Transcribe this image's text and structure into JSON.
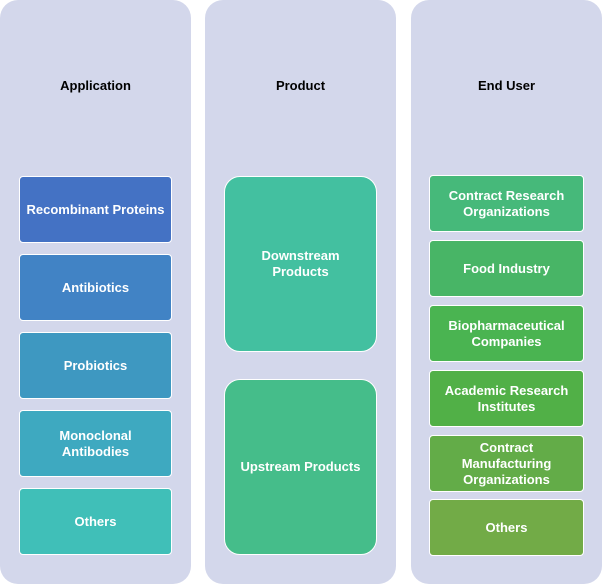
{
  "columns": {
    "application": {
      "title": "Application",
      "items": [
        {
          "label": "Recombinant Proteins",
          "color": "#4472c4"
        },
        {
          "label": "Antibiotics",
          "color": "#4183c5"
        },
        {
          "label": "Probiotics",
          "color": "#3e98c1"
        },
        {
          "label": "Monoclonal Antibodies",
          "color": "#3ea9c0"
        },
        {
          "label": "Others",
          "color": "#40bfb8"
        }
      ]
    },
    "product": {
      "title": "Product",
      "items": [
        {
          "label": "Downstream Products",
          "color": "#43c0a0"
        },
        {
          "label": "Upstream Products",
          "color": "#45bd8a"
        }
      ]
    },
    "end_user": {
      "title": "End User",
      "items": [
        {
          "label": "Contract Research Organizations",
          "color": "#46b97a"
        },
        {
          "label": "Food Industry",
          "color": "#48b566"
        },
        {
          "label": "Biopharmaceutical Companies",
          "color": "#4ab451"
        },
        {
          "label": "Academic Research Institutes",
          "color": "#51b047"
        },
        {
          "label": "Contract Manufacturing Organizations",
          "color": "#63ac48"
        },
        {
          "label": "Others",
          "color": "#72ab47"
        }
      ]
    }
  }
}
